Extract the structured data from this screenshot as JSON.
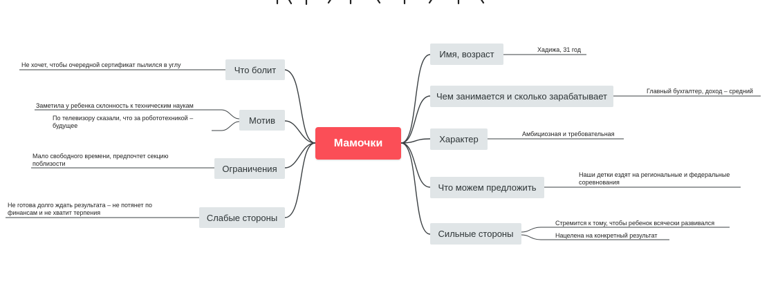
{
  "root": {
    "label": "Мамочки"
  },
  "left": {
    "pain": {
      "label": "Что болит",
      "details": [
        "Не хочет, чтобы очередной сертификат пылился в углу"
      ]
    },
    "motive": {
      "label": "Мотив",
      "details": [
        "Заметила у ребенка склонность к техническим наукам",
        "По телевизору сказали, что за робототехникой – будущее"
      ]
    },
    "limits": {
      "label": "Ограничения",
      "details": [
        "Мало свободного времени, предпочтет секцию поблизости"
      ]
    },
    "weak": {
      "label": "Слабые стороны",
      "details": [
        "Не готова долго ждать результата – не потянет по финансам и не хватит терпения"
      ]
    }
  },
  "right": {
    "name": {
      "label": "Имя, возраст",
      "details": [
        "Хадижа, 31 год"
      ]
    },
    "job": {
      "label": "Чем занимается и сколько зарабатывает",
      "details": [
        "Главный бухгалтер, доход – средний"
      ]
    },
    "character": {
      "label": "Характер",
      "details": [
        "Амбициозная и требовательная"
      ]
    },
    "offer": {
      "label": "Что можем предложить",
      "details": [
        "Наши детки ездят на региональные и федеральные соревнования"
      ]
    },
    "strong": {
      "label": "Сильные стороны",
      "details": [
        "Стремится к тому, чтобы ребенок всячески развивался",
        "Нацелена на конкретный результат"
      ]
    }
  },
  "colors": {
    "root": "#fb4e57",
    "node": "#e0e5e7",
    "line": "#3a3f42",
    "text": "#222222"
  }
}
